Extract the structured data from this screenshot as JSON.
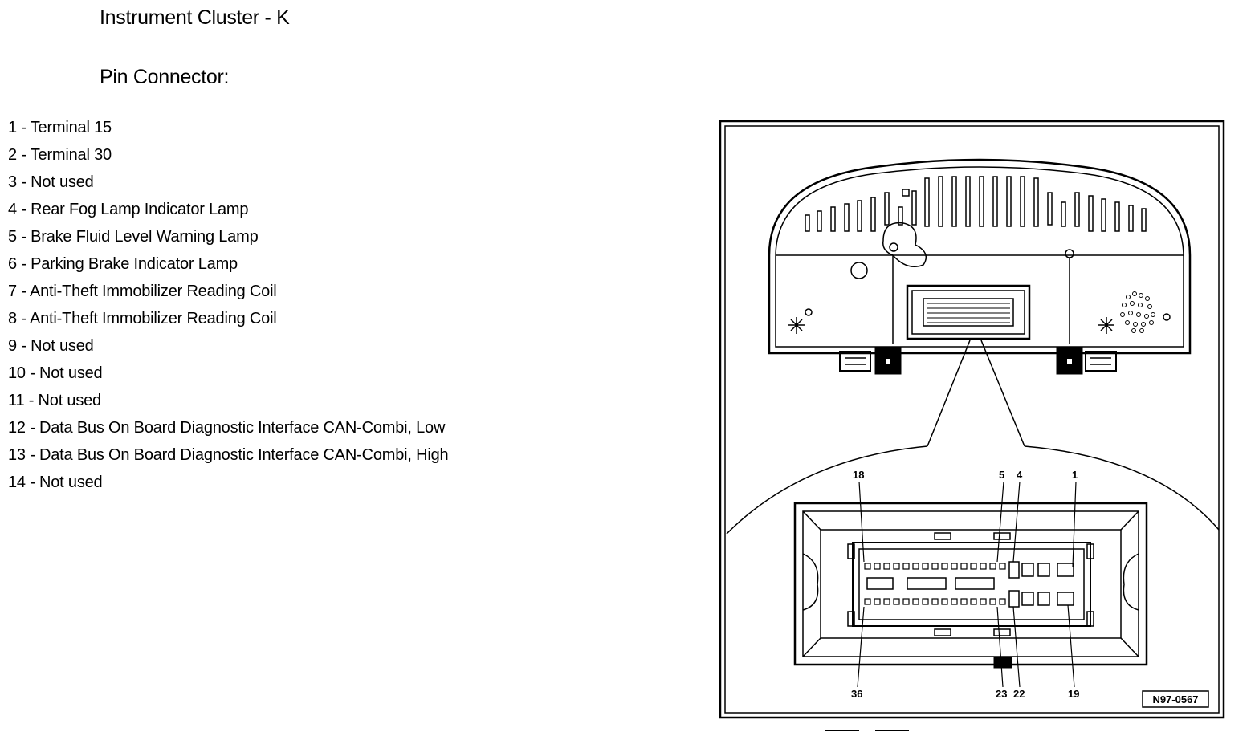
{
  "header": {
    "title": "Instrument Cluster - K",
    "subtitle": "Pin Connector:"
  },
  "pins": [
    {
      "label": "1 - Terminal 15"
    },
    {
      "label": "2 - Terminal 30"
    },
    {
      "label": "3 - Not used"
    },
    {
      "label": "4 - Rear Fog Lamp Indicator Lamp"
    },
    {
      "label": "5 - Brake Fluid Level Warning Lamp"
    },
    {
      "label": "6 - Parking Brake Indicator Lamp"
    },
    {
      "label": "7 - Anti-Theft Immobilizer Reading Coil"
    },
    {
      "label": "8 - Anti-Theft Immobilizer Reading Coil"
    },
    {
      "label": "9 - Not used"
    },
    {
      "label": "10 - Not used"
    },
    {
      "label": "11 - Not used"
    },
    {
      "label": "12 - Data Bus On Board Diagnostic Interface CAN-Combi, Low"
    },
    {
      "label": "13 - Data Bus On Board Diagnostic Interface CAN-Combi, High"
    },
    {
      "label": "14 - Not used"
    }
  ],
  "figure": {
    "reference": "N97-0567",
    "pin_labels_top": [
      "18",
      "5",
      "4",
      "1"
    ],
    "pin_labels_bottom": [
      "36",
      "23",
      "22",
      "19"
    ]
  }
}
